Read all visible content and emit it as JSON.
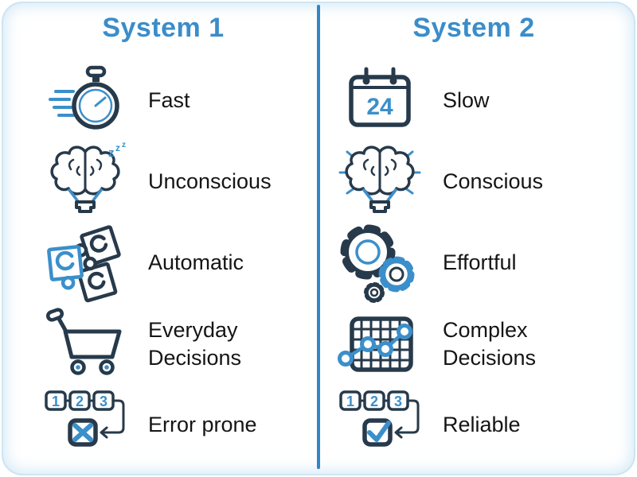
{
  "columns": {
    "left": {
      "title": "System 1",
      "items": [
        {
          "label": "Fast",
          "icon": "stopwatch-icon"
        },
        {
          "label": "Unconscious",
          "icon": "sleeping-brain-icon"
        },
        {
          "label": "Automatic",
          "icon": "puzzle-pieces-icon"
        },
        {
          "label": "Everyday Decisions",
          "icon": "shopping-cart-icon"
        },
        {
          "label": "Error prone",
          "icon": "sequence-error-icon"
        }
      ]
    },
    "right": {
      "title": "System 2",
      "items": [
        {
          "label": "Slow",
          "icon": "calendar-24-icon"
        },
        {
          "label": "Conscious",
          "icon": "radiant-brain-icon"
        },
        {
          "label": "Effortful",
          "icon": "gears-icon"
        },
        {
          "label": "Complex Decisions",
          "icon": "line-chart-icon"
        },
        {
          "label": "Reliable",
          "icon": "sequence-check-icon"
        }
      ]
    }
  },
  "icon_text": {
    "calendar_day": "24",
    "sequence_steps": [
      "1",
      "2",
      "3"
    ],
    "sleep_letters": [
      "z",
      "z",
      "z"
    ]
  },
  "colors": {
    "accent_blue": "#3b8fcb",
    "outline_navy": "#273a4b",
    "divider_blue": "#2f87c8",
    "header_blue": "#3a8dca",
    "label_text": "#151515"
  }
}
